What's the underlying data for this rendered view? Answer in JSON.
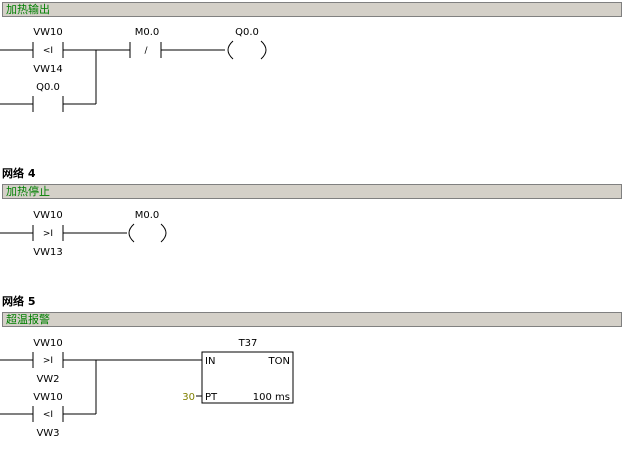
{
  "networks": [
    {
      "comment": "加热输出",
      "contacts": [
        {
          "op_top": "VW10",
          "symbol": "<I",
          "op_bottom": "VW14"
        },
        {
          "op_top": "Q0.0"
        },
        {
          "op_top": "M0.0",
          "symbol": "/"
        }
      ],
      "coil": {
        "operand": "Q0.0"
      }
    },
    {
      "title": "网络 4",
      "comment": "加热停止",
      "contacts": [
        {
          "op_top": "VW10",
          "symbol": ">I",
          "op_bottom": "VW13"
        }
      ],
      "coil": {
        "operand": "M0.0"
      }
    },
    {
      "title": "网络 5",
      "comment": "超温报警",
      "contacts": [
        {
          "op_top": "VW10",
          "symbol": ">I",
          "op_bottom": "VW2"
        },
        {
          "op_top": "VW10",
          "symbol": "<I",
          "op_bottom": "VW3"
        }
      ],
      "timer": {
        "name": "T37",
        "type": "TON",
        "in": "IN",
        "pt": "PT",
        "pt_value": "30",
        "resolution": "100 ms"
      }
    }
  ],
  "colors": {
    "comment_text": "#008000",
    "comment_bg": "#d4d0c8",
    "pt_value": "#808000"
  }
}
